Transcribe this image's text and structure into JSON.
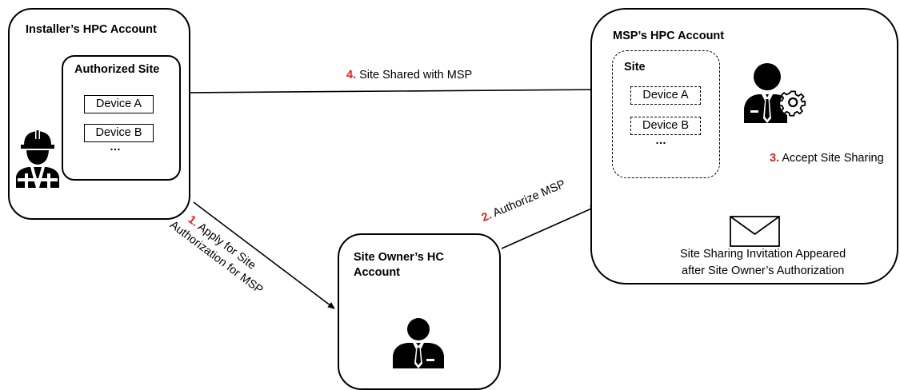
{
  "installer": {
    "title": "Installer’s HPC Account",
    "site_title": "Authorized Site",
    "devices": [
      "Device A",
      "Device B"
    ],
    "more": "…"
  },
  "msp": {
    "title": "MSP’s HPC Account",
    "site_title": "Site",
    "devices": [
      "Device A",
      "Device B"
    ],
    "more": "…"
  },
  "owner": {
    "title_line1": "Site Owner’s HC",
    "title_line2": "Account"
  },
  "steps": [
    {
      "num": "1.",
      "text_line1": "Apply for Site",
      "text_line2": "Authorization for MSP"
    },
    {
      "num": "2.",
      "text": "Authorize MSP"
    },
    {
      "num": "3.",
      "text": "Accept Site Sharing"
    },
    {
      "num": "4.",
      "text": "Site Shared with MSP"
    }
  ],
  "invitation": {
    "line1": "Site Sharing Invitation Appeared",
    "line2": "after Site Owner’s Authorization"
  },
  "colors": {
    "step_number": "#e02020",
    "line": "#000000"
  },
  "icons": [
    "installer-worker-icon",
    "msp-person-gear-icon",
    "owner-person-icon",
    "envelope-icon"
  ]
}
